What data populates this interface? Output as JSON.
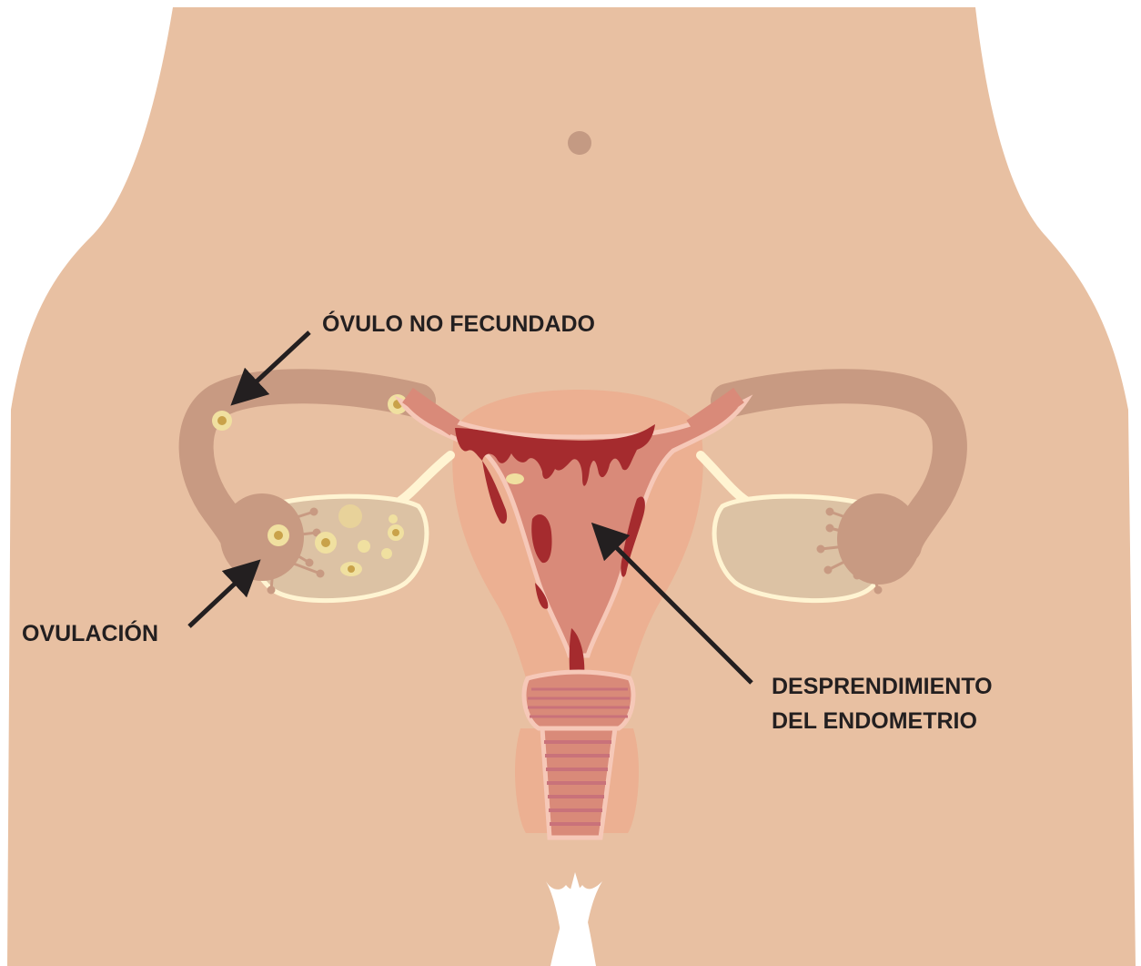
{
  "labels": {
    "unfertilized_egg": "ÓVULO NO FECUNDADO",
    "ovulation": "OVULACIÓN",
    "endometrium_line1": "DESPRENDIMIENTO",
    "endometrium_line2": "DEL ENDOMETRIO"
  },
  "colors": {
    "skin": "#e8c0a2",
    "navel": "#c49a83",
    "tube": "#c89a82",
    "ovary": "#dcc2a4",
    "ovary_outline": "#fff4d2",
    "uterus_outer": "#ecb092",
    "uterus_inner": "#d98a79",
    "uterus_outline": "#f6c8b8",
    "blood": "#a52b2e",
    "follicle": "#f0e0a0",
    "follicle_core": "#c9a24a",
    "cervix_stripe": "#c9727a",
    "text": "#231f20",
    "arrow": "#231f20"
  }
}
